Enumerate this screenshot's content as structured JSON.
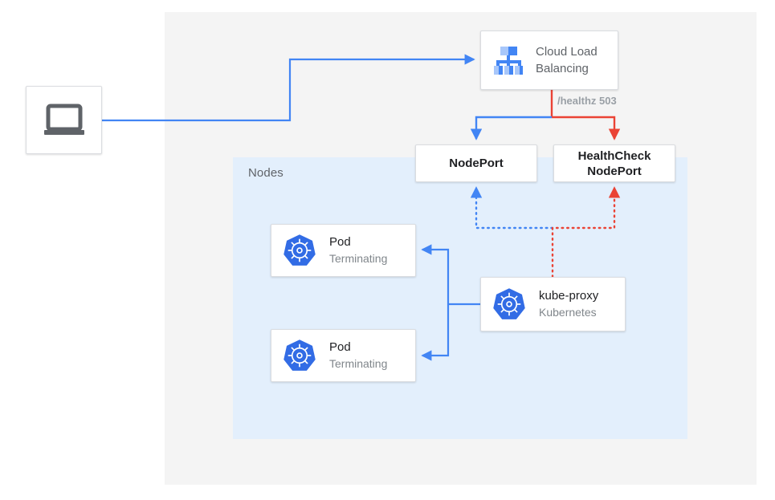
{
  "diagram": {
    "regions": {
      "outer_label": "",
      "nodes_label": "Nodes"
    },
    "colors": {
      "blue": "#4285F4",
      "red": "#EA4335",
      "icon_blue_dark": "#4285F4",
      "icon_blue_light": "#A8C7FA",
      "k8s_blue": "#326CE5",
      "gray_text": "#5f6368",
      "dark_text": "#202124",
      "muted_text": "#80868b",
      "region_outer_bg": "#f4f4f4",
      "region_nodes_bg": "#e3effc",
      "card_border": "#dadce0"
    },
    "nodes": {
      "client": {
        "icon": "laptop-icon",
        "label": ""
      },
      "load_balancer": {
        "icon": "cloud-load-balancing-icon",
        "line1": "Cloud Load",
        "line2": "Balancing"
      },
      "nodeport": {
        "label": "NodePort"
      },
      "healthcheck_nodeport": {
        "line1": "HealthCheck",
        "line2": "NodePort"
      },
      "pod_1": {
        "icon": "kubernetes-icon",
        "title": "Pod",
        "status": "Terminating"
      },
      "pod_2": {
        "icon": "kubernetes-icon",
        "title": "Pod",
        "status": "Terminating"
      },
      "kube_proxy": {
        "icon": "kubernetes-icon",
        "title": "kube-proxy",
        "subtitle": "Kubernetes"
      }
    },
    "annotations": {
      "healthz": "/healthz 503"
    }
  }
}
